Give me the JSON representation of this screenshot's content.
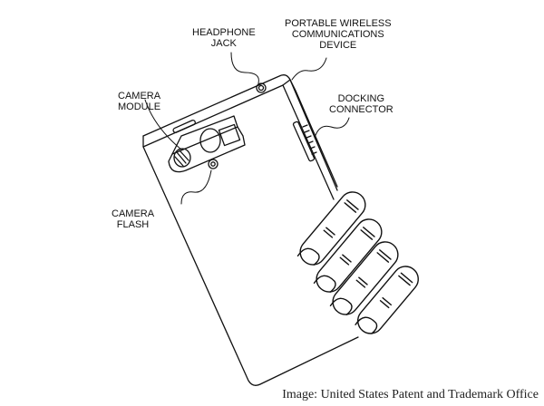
{
  "labels": {
    "headphone_jack": [
      "HEADPHONE",
      "JACK"
    ],
    "device": [
      "PORTABLE WIRELESS",
      "COMMUNICATIONS",
      "DEVICE"
    ],
    "camera_module": [
      "CAMERA",
      "MODULE"
    ],
    "docking_connector": [
      "DOCKING",
      "CONNECTOR"
    ],
    "camera_flash": [
      "CAMERA",
      "FLASH"
    ]
  },
  "caption": "Image: United States Patent and Trademark Office"
}
